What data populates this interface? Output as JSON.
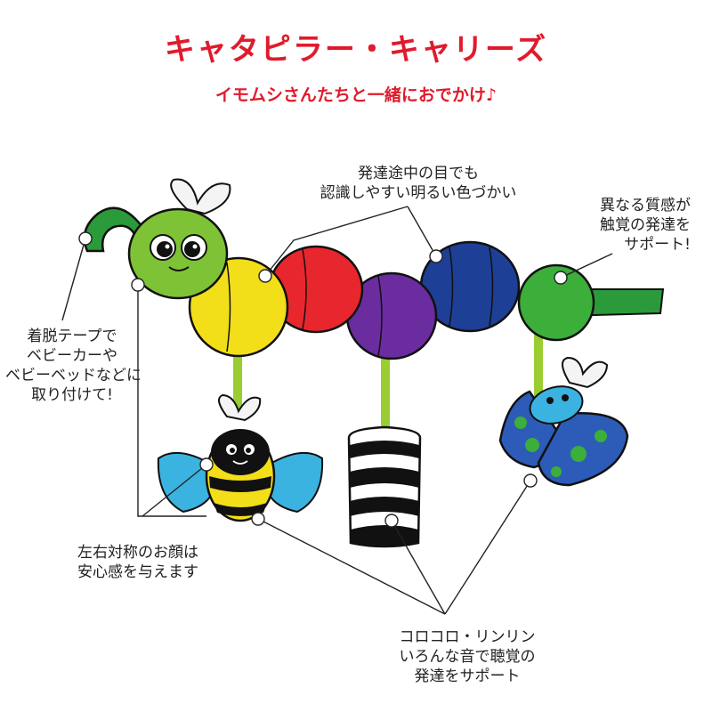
{
  "header": {
    "title": "キャタピラー・キャリーズ",
    "subtitle": "イモムシさんたちと一緒におでかけ♪"
  },
  "callouts": {
    "colors": [
      "発達途中の目でも",
      "認識しやすい明るい色づかい"
    ],
    "texture": [
      "異なる質感が",
      "触覚の発達を",
      "サポート!"
    ],
    "tape": [
      "着脱テープで",
      "ベビーカーや",
      "ベビーベッドなどに",
      "取り付けて!"
    ],
    "face": [
      "左右対称のお顔は",
      "安心感を与えます"
    ],
    "sound": [
      "コロコロ・リンリン",
      "いろんな音で聴覚の",
      "発達をサポート"
    ]
  },
  "colors": {
    "title": "#e01b2c",
    "green": "#3cae3a",
    "yellow": "#f3de1a",
    "red": "#e8262d",
    "purple": "#6a2c9e",
    "blue": "#1e3f96",
    "bee_wing": "#3bb3e0",
    "butterfly_blue": "#2d5bb8"
  },
  "icons": [
    "caterpillar-toy",
    "bee-toy",
    "striped-rattle-toy",
    "butterfly-toy"
  ]
}
